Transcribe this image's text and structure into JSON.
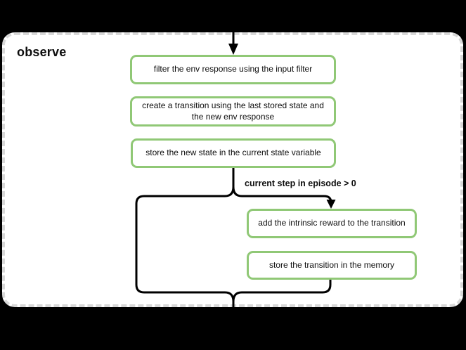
{
  "diagram": {
    "group": {
      "label": "observe"
    },
    "nodes": [
      {
        "id": "filter-env-response",
        "label": "filter the env response using the input filter"
      },
      {
        "id": "create-transition",
        "label": "create a transition using the last stored state and the new env response"
      },
      {
        "id": "store-new-state",
        "label": "store the new state in the current state variable"
      },
      {
        "id": "add-intrinsic-reward",
        "label": "add the intrinsic reward to the transition"
      },
      {
        "id": "store-transition",
        "label": "store the transition in the memory"
      }
    ],
    "condition": {
      "label": "current step in episode > 0"
    },
    "colors": {
      "background": "#000000",
      "panel_fill": "#ffffff",
      "panel_border": "#d8d8d8",
      "node_border": "#90c876",
      "connector": "#000000",
      "text": "#0d0d0d"
    }
  }
}
